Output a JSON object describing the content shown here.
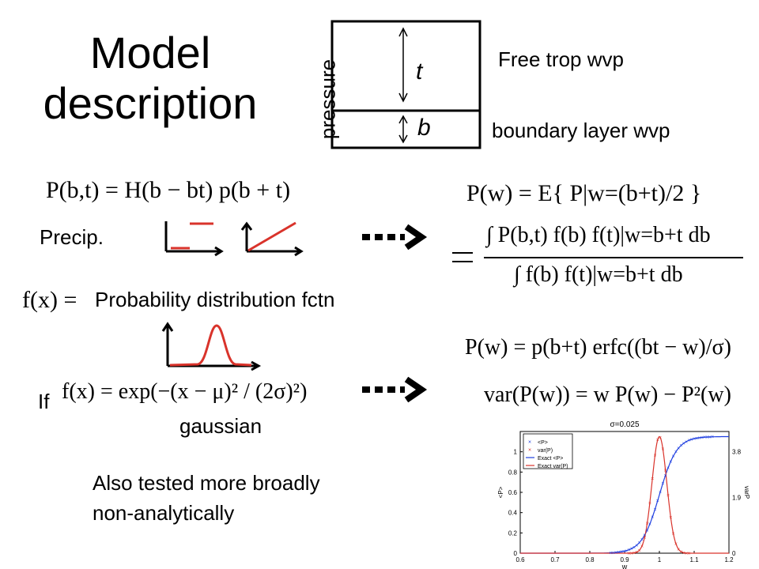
{
  "title": {
    "line1": "Model",
    "line2": "description"
  },
  "column_diagram": {
    "axis_label": "pressure",
    "upper_layer": "t",
    "lower_layer": "b",
    "upper_caption": "Free trop wvp",
    "lower_caption": "boundary layer wvp"
  },
  "labels": {
    "precip": "Precip.",
    "pdf_description": "Probability distribution fctn",
    "if": "If",
    "gaussian": "gaussian",
    "note_line1": "Also tested more broadly",
    "note_line2": "non-analytically"
  },
  "equations": {
    "precip_model": "P(b,t) = H(b − bt) p(b + t)",
    "pdf_lhs": "f(x) =",
    "gaussian": "f(x) = exp(−(x − μ)² / (2σ)²)",
    "expected": "P(w) = E{ P|w=(b+t)/2 }",
    "ratio_numerator": "∫ P(b,t) f(b) f(t)|w=b+t db",
    "ratio_denominator": "∫ f(b) f(t)|w=b+t db",
    "closed_form": "P(w) = p(b+t) erfc((bt − w)/σ)",
    "variance": "var(P(w)) = w P(w) − P²(w)"
  },
  "colors": {
    "red": "#d9332b",
    "blue": "#1f3fe0",
    "black": "#000000"
  },
  "chart_data": {
    "type": "line",
    "title": "σ=0.025",
    "xlabel": "w",
    "ylabel_left": "<P>",
    "ylabel_right": "varP",
    "xlim": [
      0.6,
      1.2
    ],
    "ylim": [
      0,
      1.2
    ],
    "x_ticks": [
      0.6,
      0.7,
      0.8,
      0.9,
      1,
      1.1,
      1.2
    ],
    "y_ticks": [
      0,
      0.2,
      0.4,
      0.6,
      0.8,
      1
    ],
    "y2_ticks": [
      "0",
      "1.9",
      "3.8"
    ],
    "legend": [
      "<P>",
      "var(P)",
      "Exact <P>",
      "Exact var(P)"
    ],
    "legend_position": "top-left",
    "series": [
      {
        "name": "<P>",
        "center": 1.0,
        "width": 0.055,
        "max": 1.15
      },
      {
        "name": "var(P)",
        "center": 1.0,
        "width": 0.03,
        "max": 1.15
      }
    ]
  }
}
